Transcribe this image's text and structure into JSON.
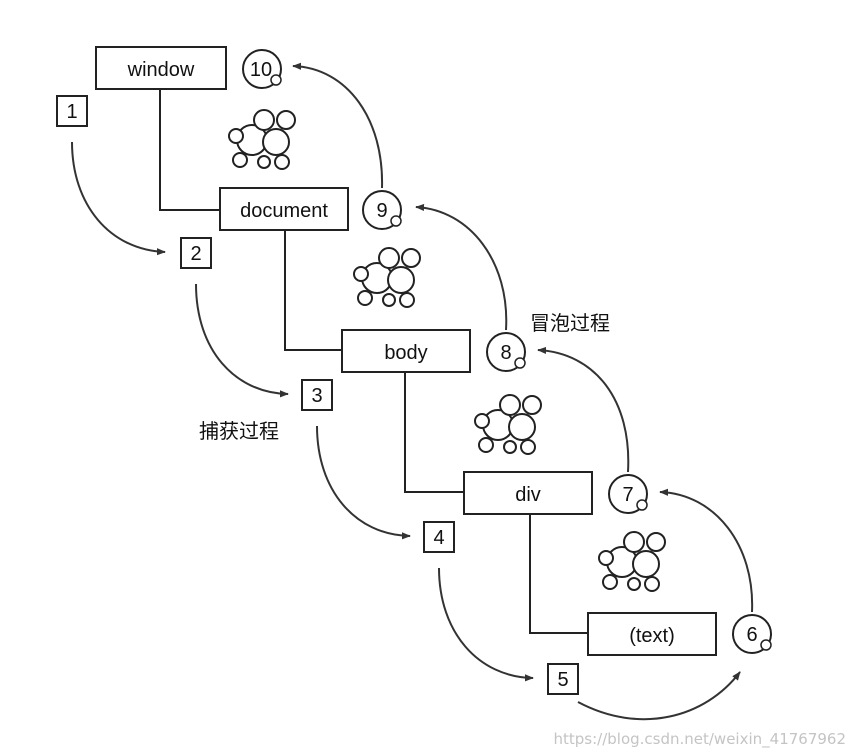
{
  "nodes": {
    "window": "window",
    "document": "document",
    "body": "body",
    "div": "div",
    "text": "(text)"
  },
  "capture_steps": [
    "1",
    "2",
    "3",
    "4",
    "5"
  ],
  "bubble_steps": [
    "6",
    "7",
    "8",
    "9",
    "10"
  ],
  "labels": {
    "capture_phase": "捕获过程",
    "bubble_phase": "冒泡过程"
  },
  "watermark": "https://blog.csdn.net/weixin_41767962",
  "icons": {
    "bubble_cluster": "bubble-cluster-icon"
  }
}
